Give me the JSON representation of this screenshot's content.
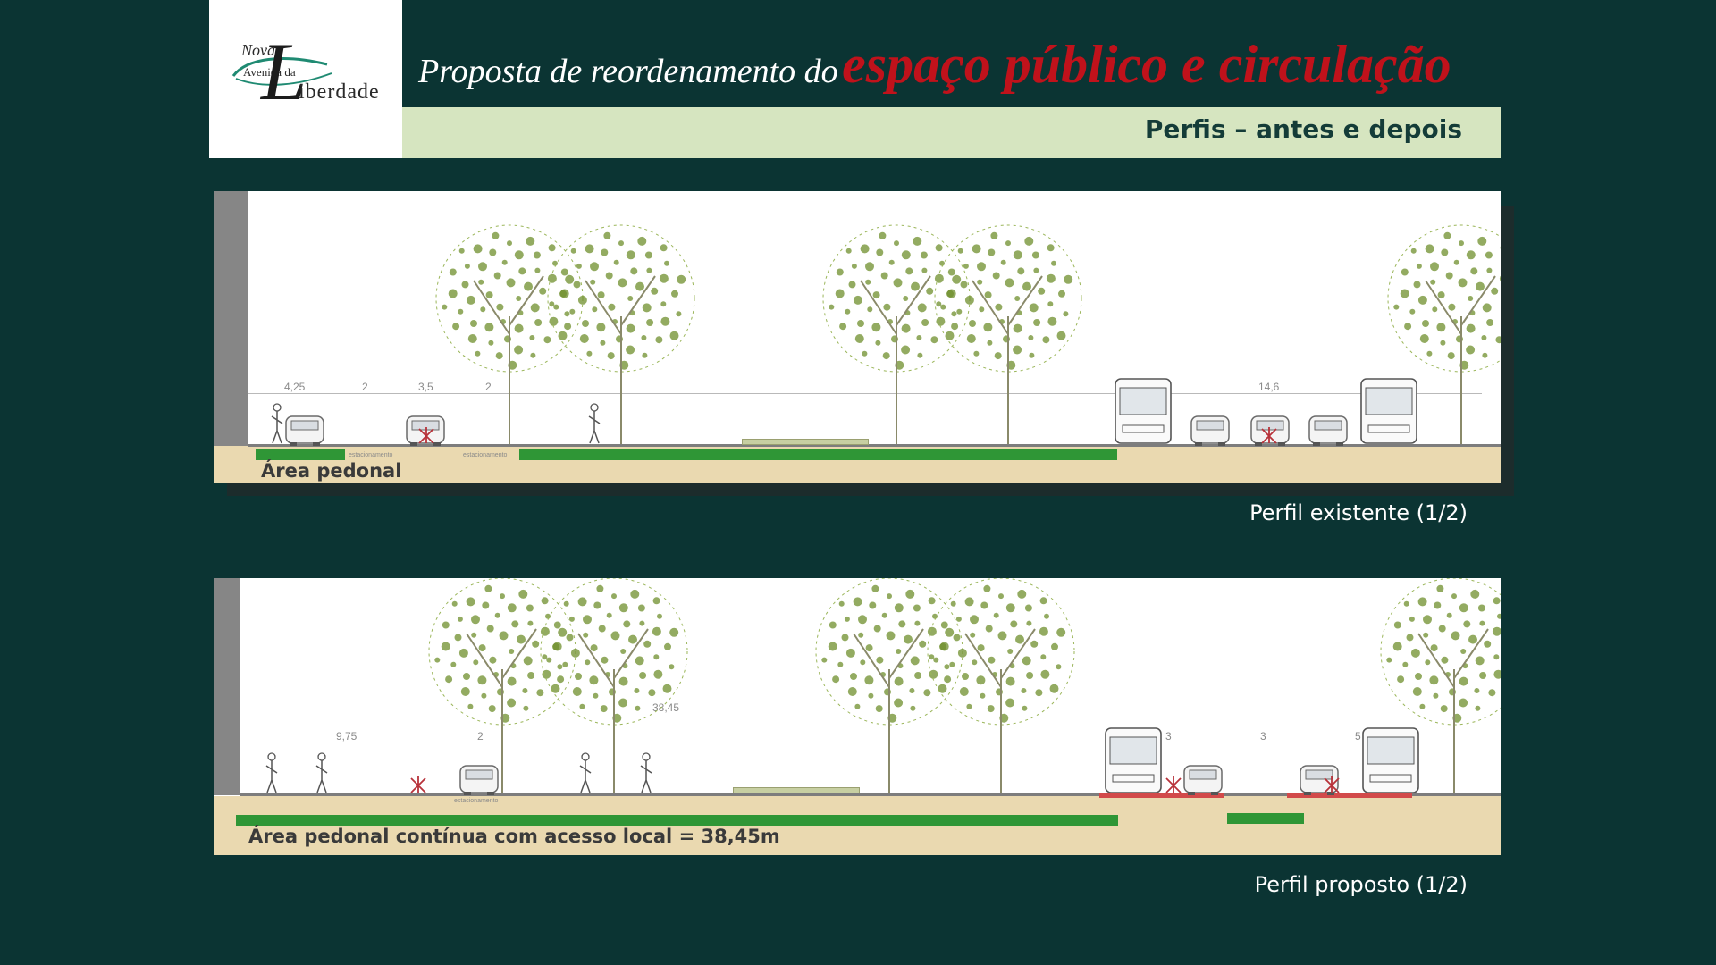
{
  "logo": {
    "line1": "Nova",
    "line2": "Avenida da",
    "initial": "L",
    "rest": "iberdade"
  },
  "header": {
    "title_prefix": "Proposta  de reordenamento do",
    "title_highlight": "espaço público e circulação",
    "subtitle": "Perfis – antes e depois"
  },
  "colors": {
    "background": "#0b3433",
    "title_red": "#c0121b",
    "subbar": "#d6e5c0",
    "green_bar": "#2f9636",
    "ground": "#ead9b0",
    "trees": "#6f8f2c"
  },
  "profile_existing": {
    "area_label": "Área pedonal",
    "caption": "Perfil existente (1/2)",
    "dimensions": [
      "4,25",
      "2",
      "3,5",
      "2",
      "14,6"
    ],
    "parking_label": "estacionamento"
  },
  "profile_proposed": {
    "area_label": "Área pedonal contínua com acesso local = 38,45m",
    "caption": "Perfil proposto  (1/2)",
    "dimensions": [
      "9,75",
      "2",
      "38,45",
      "3",
      "3",
      "5"
    ],
    "parking_label": "estacionamento"
  }
}
